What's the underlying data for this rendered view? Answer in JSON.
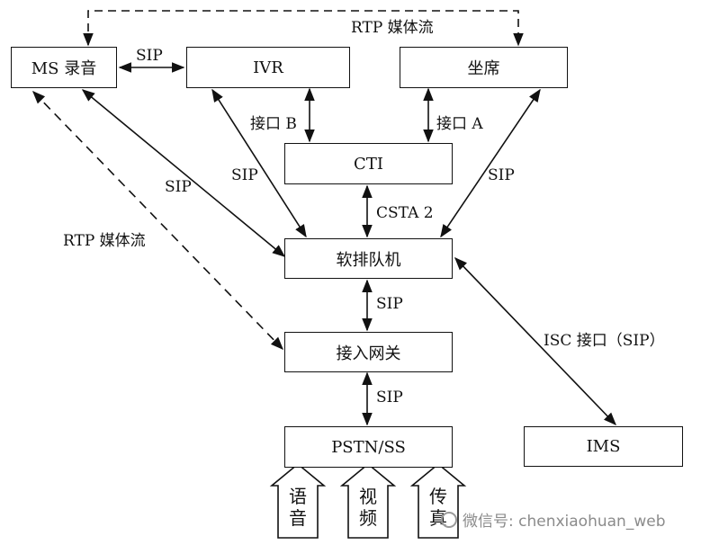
{
  "nodes": {
    "ms_recorder": "MS 录音",
    "ivr": "IVR",
    "agent": "坐席",
    "cti": "CTI",
    "soft_queue": "软排队机",
    "access_gateway": "接入网关",
    "pstn_ss": "PSTN/SS",
    "ims": "IMS"
  },
  "edge_labels": {
    "rtp_top": "RTP 媒体流",
    "rtp_left": "RTP 媒体流",
    "sip_ms_ivr": "SIP",
    "interface_b": "接口 B",
    "interface_a": "接口 A",
    "sip_ms_queue": "SIP",
    "sip_ivr_queue": "SIP",
    "sip_agent_queue": "SIP",
    "csta2": "CSTA 2",
    "sip_queue_gateway": "SIP",
    "sip_gateway_pstn": "SIP",
    "isc_interface": "ISC 接口（SIP）"
  },
  "inputs": {
    "voice": "语音",
    "video": "视频",
    "fax": "传真"
  },
  "watermark": "微信号: chenxiaohuan_web"
}
